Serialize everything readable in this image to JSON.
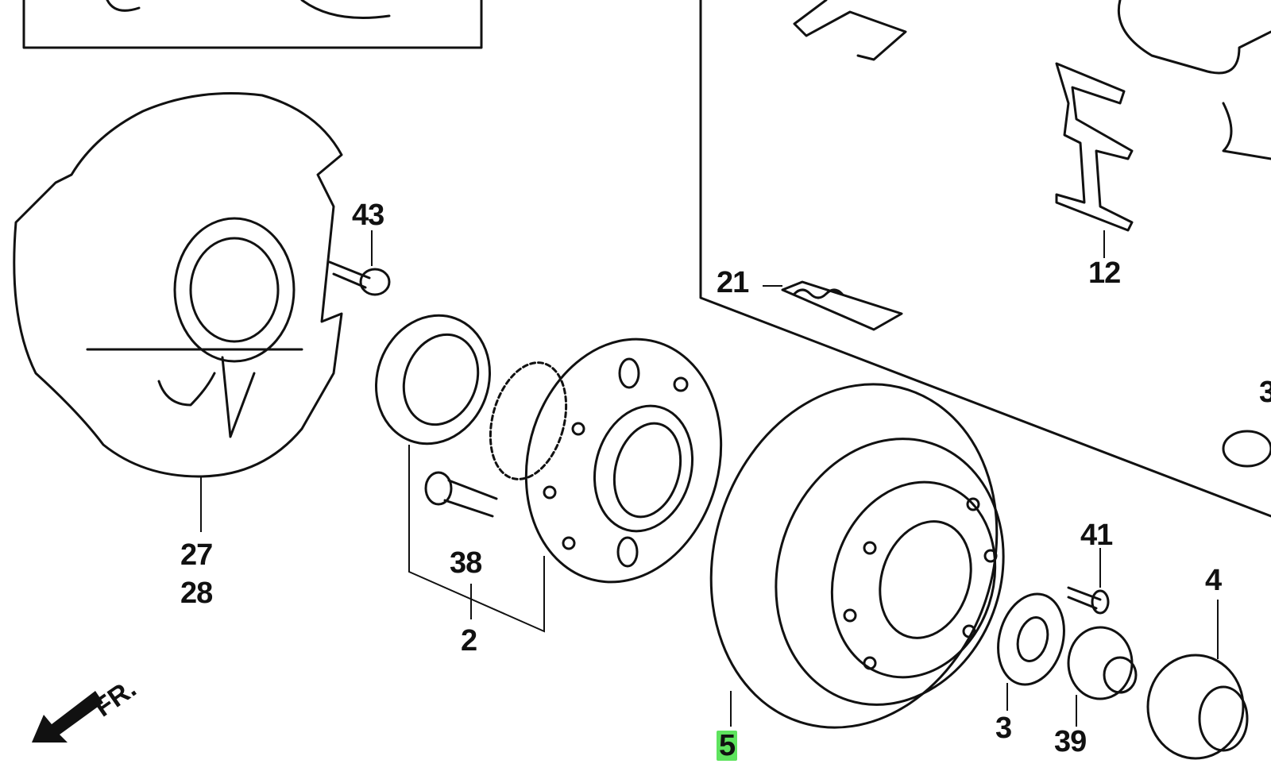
{
  "diagram": {
    "title": "Rear brake disc / hub assembly exploded parts diagram",
    "highlight_color": "#5ee35e",
    "labels": {
      "p43": "43",
      "p27": "27",
      "p28": "28",
      "p38": "38",
      "p2": "2",
      "p21": "21",
      "p12": "12",
      "p41": "41",
      "p4": "4",
      "p3": "3",
      "p39": "39",
      "p5": "5",
      "p3_partial": "3"
    },
    "highlighted_part": "5",
    "direction_arrow": "FR."
  }
}
